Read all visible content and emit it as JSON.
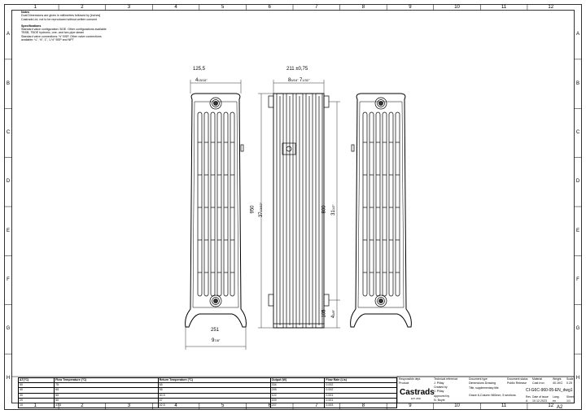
{
  "grid": {
    "columns": [
      "1",
      "2",
      "3",
      "4",
      "5",
      "6",
      "7",
      "8",
      "9",
      "10",
      "11",
      "12"
    ],
    "rows": [
      "A",
      "B",
      "C",
      "D",
      "E",
      "F",
      "G",
      "H"
    ]
  },
  "notes": {
    "heading": "Notes",
    "lines": [
      "Dual Dimensions are given in millimetres followed by [inches]",
      "Castrads Ltd, not to be reproduced without written consent"
    ],
    "spec_heading": "Specifications",
    "spec_lines": [
      "Standard valve configuration: BOE. Other configurations available",
      "TBSB, TBOE hydronic, one- and two-pipe steam",
      "Standard valve connections: ½\" BSP. Other valve connections",
      "available: ¼\", ½\", 1\", 1-½\" BSP and NPT"
    ]
  },
  "dimensions": {
    "front_width_mm": "125,5",
    "front_width_in": "4",
    "front_width_frac": "15/16\"",
    "side_depth_mm": "211 ±0,75",
    "side_depth_in_a": "8",
    "side_depth_frac_a": "5/16\"",
    "side_depth_in_b": "7",
    "side_depth_frac_b": "1/32\"",
    "height_mm": "950",
    "height_in": "37",
    "height_frac": "13/32\"",
    "centres_mm": "800",
    "centres_in": "31",
    "centres_frac": "1/2\"",
    "foot_mm": "105",
    "foot_in": "4",
    "foot_frac": "1/8\"",
    "base_width_mm": "251",
    "base_width_in": "9",
    "base_width_frac": "7/8\""
  },
  "output_table": {
    "headers": [
      "ΔT(°C)",
      "Flow Temperature (°C)",
      "Return Temperature (°C)",
      "Output (W)",
      "Flow Rate (L/s)"
    ],
    "rows": [
      [
        "50",
        "75",
        "65",
        "334",
        "0.002"
      ],
      [
        "40",
        "65",
        "55",
        "245",
        "0.002"
      ],
      [
        "30",
        "55",
        "50.5",
        "122",
        "0.001"
      ],
      [
        "20",
        "50",
        "47",
        "209",
        "0.001"
      ],
      [
        "10",
        "47.5",
        "42.5",
        "237",
        "0.003"
      ]
    ]
  },
  "title_block": {
    "responsible_dept_label": "Responsible dept.",
    "responsible_dept_value": "Product",
    "technical_ref_label": "Technical reference",
    "technical_ref_value": "J. Pillay",
    "created_by_label": "Created by",
    "created_by_value": "J. Pillay",
    "approved_by_label": "Approved by",
    "approved_by_value": "N. Boyle",
    "document_type_label": "Document type",
    "document_type_value": "Dimensions Drawing",
    "document_status_label": "Document status",
    "document_status_value": "Public Release",
    "title_label": "Title, supplementary title",
    "title_value": "Grace 6-Column 960mm, 5 sections.",
    "material_label": "Material",
    "material_value": "Cast Iron",
    "weight_label": "Weight",
    "weight_value": "40.1KG",
    "scale_label": "Scale",
    "scale_value": "0.25",
    "drawing_number": "CI-G6C-960-05-EN_dwg1",
    "rev_label": "Rev.",
    "rev_value": "A",
    "date_label": "Date of issue",
    "date_value": "10.12.2023",
    "lang_label": "Lang.",
    "lang_value": "en",
    "sheet_label": "Sheet",
    "sheet_value": "1/1",
    "paper_size": "A2",
    "logo_text": "Castrads",
    "logo_sub": "EST. 2002"
  }
}
